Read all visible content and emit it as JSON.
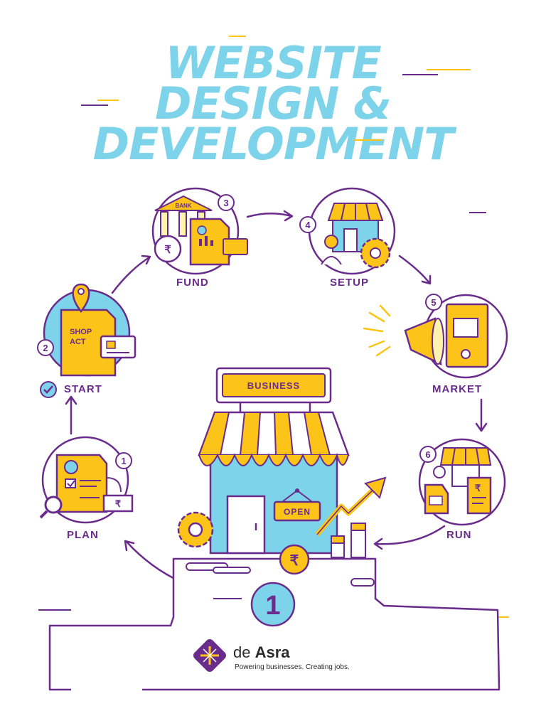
{
  "title": {
    "line1": "WEBSITE",
    "line2": "DESIGN &",
    "line3": "DEVELOPMENT"
  },
  "steps": [
    {
      "number": "1",
      "label": "PLAN",
      "icon": "document-checklist-icon"
    },
    {
      "number": "2",
      "label": "START",
      "icon": "shop-act-document-icon"
    },
    {
      "number": "3",
      "label": "FUND",
      "icon": "bank-icon"
    },
    {
      "number": "4",
      "label": "SETUP",
      "icon": "shop-awning-icon"
    },
    {
      "number": "5",
      "label": "MARKET",
      "icon": "megaphone-icon"
    },
    {
      "number": "6",
      "label": "RUN",
      "icon": "price-tag-receipt-icon"
    }
  ],
  "icon_texts": {
    "bank": "BANK",
    "shop_act_line1": "SHOP",
    "shop_act_line2": "ACT"
  },
  "center": {
    "sign": "BUSINESS",
    "door_sign": "OPEN",
    "rupee": "₹",
    "podium_number": "1"
  },
  "logo": {
    "name_de": "de",
    "name_asra": "Asra",
    "tagline": "Powering businesses. Creating jobs."
  },
  "colors": {
    "purple": "#6a2c8c",
    "yellow": "#fcc419",
    "light_blue": "#7dd3ea",
    "pale_yellow": "#fff3b0"
  }
}
